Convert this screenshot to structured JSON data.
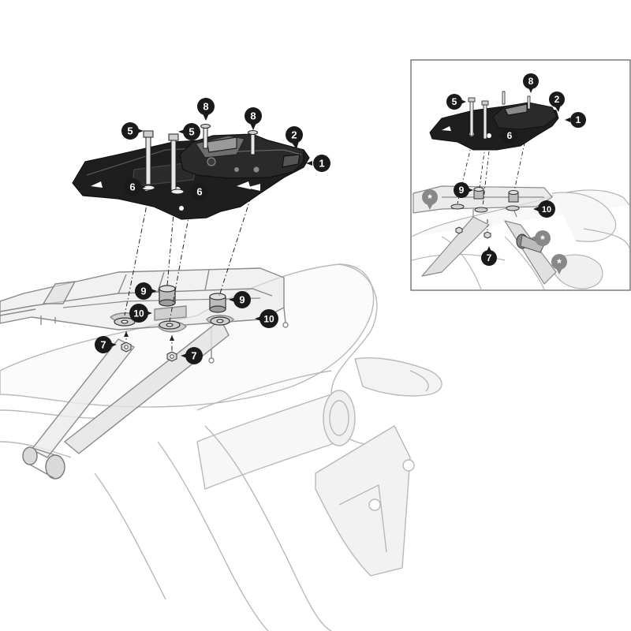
{
  "diagram": {
    "main_callouts": [
      {
        "id": "c1",
        "label": "1"
      },
      {
        "id": "c2",
        "label": "2"
      },
      {
        "id": "c5a",
        "label": "5"
      },
      {
        "id": "c5b",
        "label": "5"
      },
      {
        "id": "c8",
        "label": "8"
      },
      {
        "id": "c8b",
        "label": "8"
      },
      {
        "id": "c6a",
        "label": "6"
      },
      {
        "id": "c6b",
        "label": "6"
      },
      {
        "id": "c9a",
        "label": "9"
      },
      {
        "id": "c9b",
        "label": "9"
      },
      {
        "id": "c10a",
        "label": "10"
      },
      {
        "id": "c10b",
        "label": "10"
      },
      {
        "id": "c7a",
        "label": "7"
      },
      {
        "id": "c7b",
        "label": "7"
      }
    ],
    "inset_callouts": [
      {
        "id": "i1",
        "label": "1"
      },
      {
        "id": "i2",
        "label": "2"
      },
      {
        "id": "i5",
        "label": "5"
      },
      {
        "id": "i6",
        "label": "6"
      },
      {
        "id": "i8",
        "label": "8"
      },
      {
        "id": "i9",
        "label": "9"
      },
      {
        "id": "i10",
        "label": "10"
      },
      {
        "id": "i7",
        "label": "7"
      },
      {
        "id": "ia1",
        "label": "*"
      },
      {
        "id": "ia2",
        "label": "*"
      },
      {
        "id": "ia3",
        "label": "*"
      }
    ]
  }
}
